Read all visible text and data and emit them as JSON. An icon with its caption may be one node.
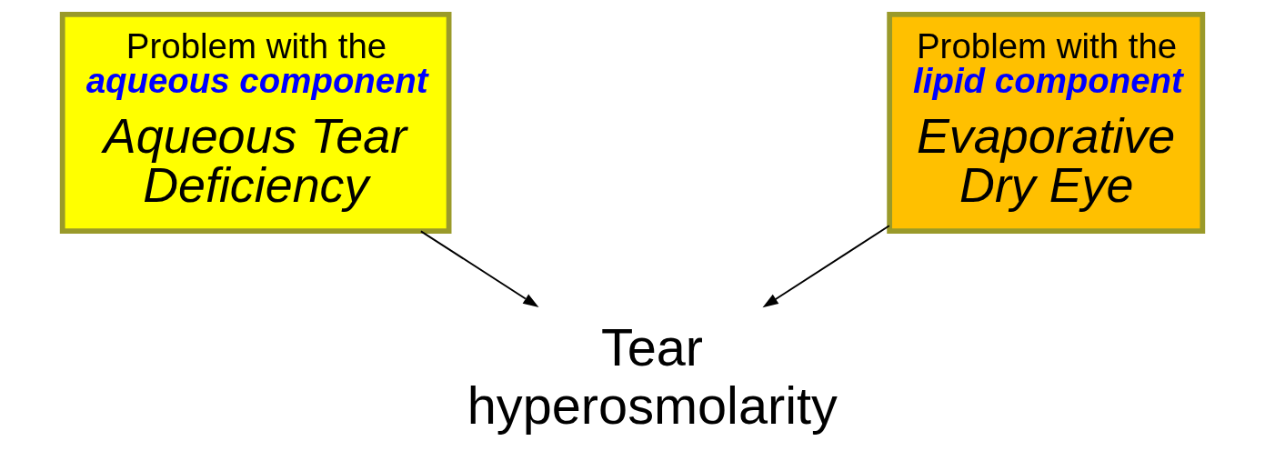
{
  "diagram": {
    "nodes": [
      {
        "text": [
          "Problem with the **aqueous component**",
          "Aqueous Tear Deficiency"
        ]
      },
      {
        "text": [
          "Problem with the **lipid component**",
          "Evaporative Dry Eye"
        ]
      },
      {
        "text": [
          "Tear hyperosmolarity"
        ]
      }
    ],
    "edges": [
      {
        "from": 0,
        "to": 2,
        "arrow": "to"
      },
      {
        "from": 1,
        "to": 2,
        "arrow": "to"
      }
    ]
  }
}
